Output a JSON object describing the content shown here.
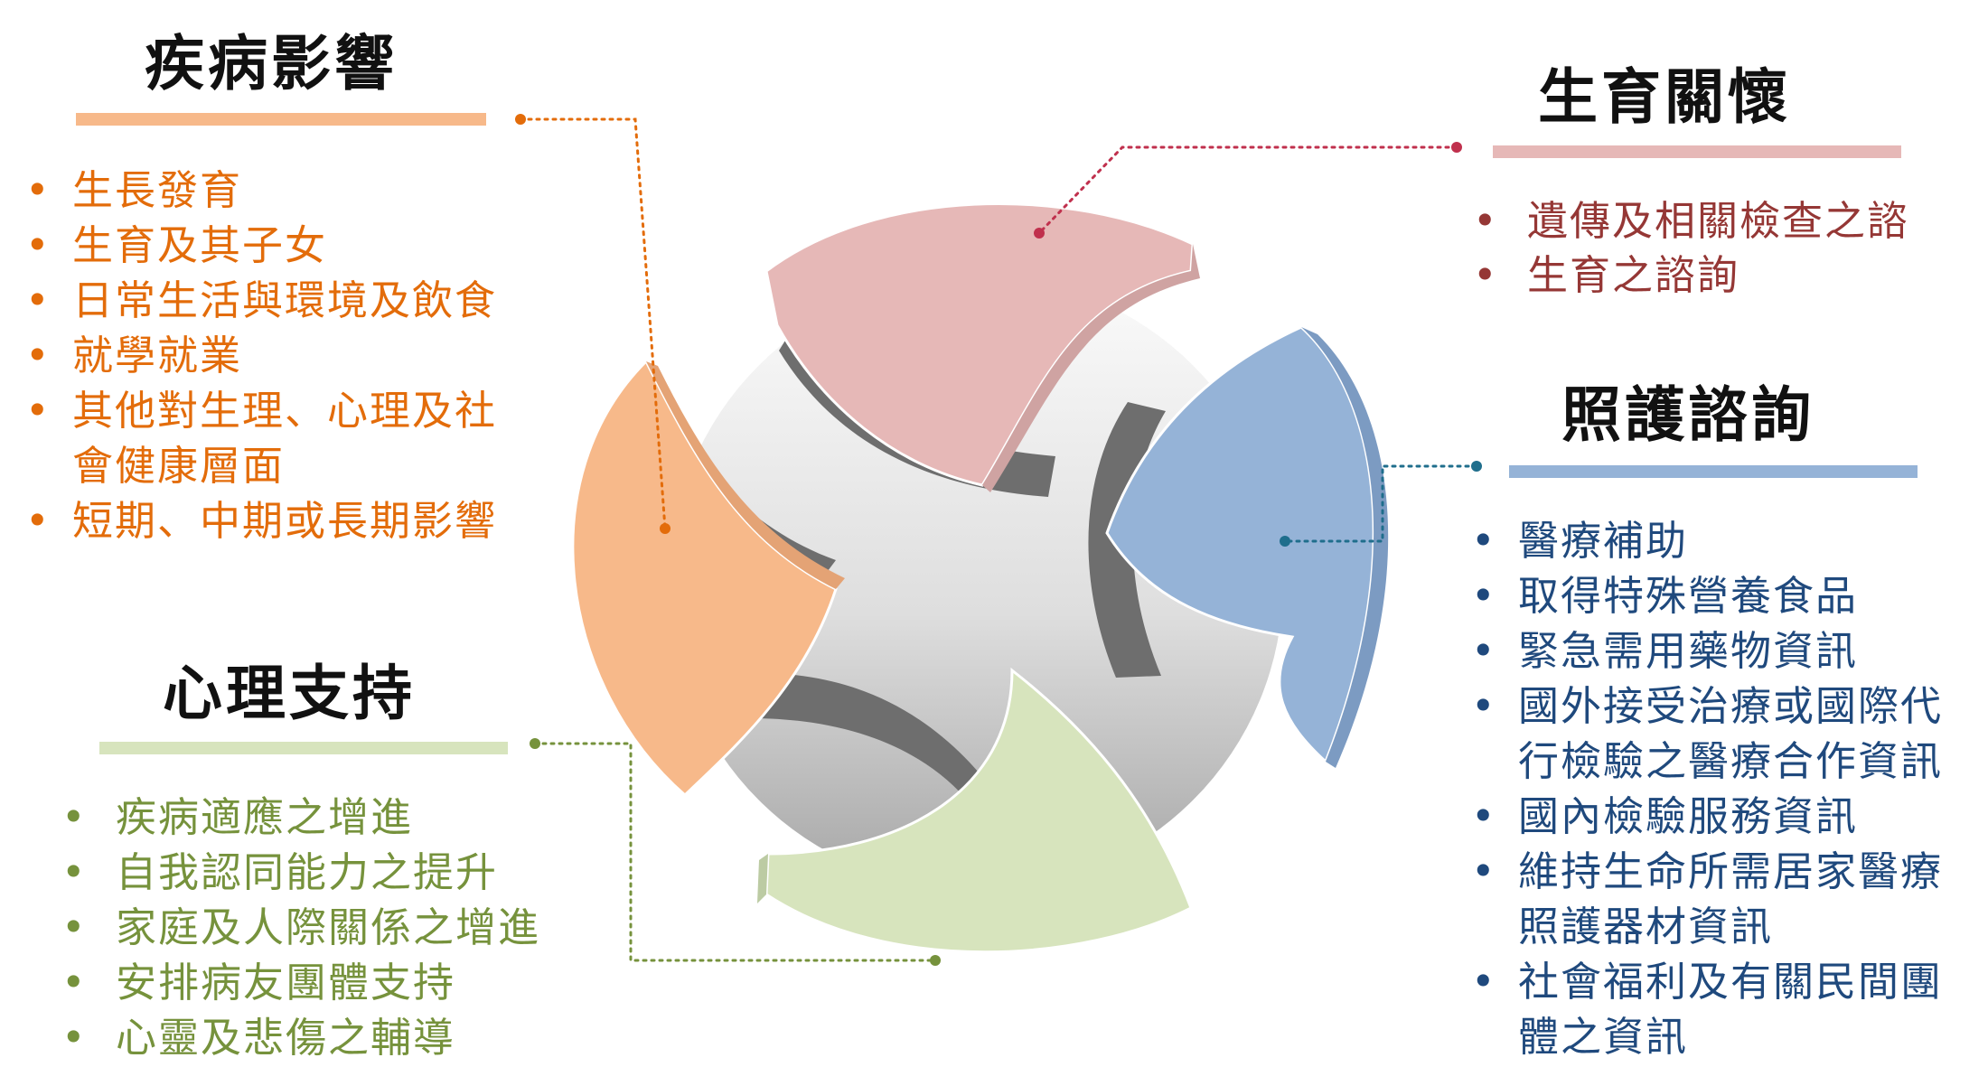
{
  "colors": {
    "disease": "#f7b98a",
    "disease_text": "#e36c0a",
    "fertility": "#e6b8b7",
    "fertility_text": "#953735",
    "care": "#95b3d7",
    "care_text": "#1f497d",
    "psych": "#d7e4bd",
    "psych_text": "#76923c"
  },
  "panels": {
    "disease": {
      "title": "疾病影響",
      "bullet": "•",
      "items": [
        "生長發育",
        "生育及其子女",
        "日常生活與環境及飲食",
        "就學就業",
        "其他對生理、心理及社",
        "會健康層面",
        "短期、中期或長期影響"
      ]
    },
    "fertility": {
      "title": "生育關懷",
      "bullet": "•",
      "items": [
        "遺傳及相關檢查之諮",
        "生育之諮詢"
      ]
    },
    "care": {
      "title": "照護諮詢",
      "bullet": "•",
      "items": [
        "醫療補助",
        "取得特殊營養食品",
        "緊急需用藥物資訊",
        "國外接受治療或國際代",
        "行檢驗之醫療合作資訊",
        "國內檢驗服務資訊",
        "維持生命所需居家醫療",
        "照護器材資訊",
        "社會福利及有關民間團",
        "體之資訊"
      ]
    },
    "psych": {
      "title": "心理支持",
      "bullet": "•",
      "items": [
        "疾病適應之增進",
        "自我認同能力之提升",
        "家庭及人際關係之增進",
        "安排病友團體支持",
        "心靈及悲傷之輔導"
      ]
    }
  }
}
